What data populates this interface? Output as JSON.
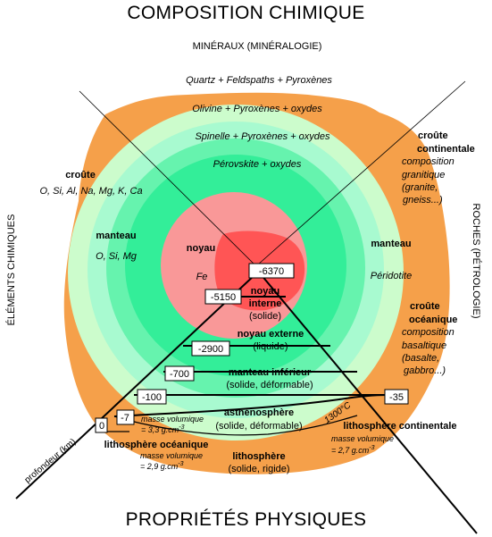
{
  "titles": {
    "top": "COMPOSITION CHIMIQUE",
    "bottom": "PROPRIÉTÉS PHYSIQUES",
    "top_axis": "MINÉRAUX (MINÉRALOGIE)",
    "left_axis": "ÉLÉMENTS CHIMIQUES",
    "right_axis": "ROCHES (PÉTROLOGIE)",
    "depth_axis": "profondeur (km)"
  },
  "minerals": {
    "crust": "Quartz + Feldspaths + Pyroxènes",
    "upper_mantle": "Olivine + Pyroxènes + oxydes",
    "transition": "Spinelle + Pyroxènes + oxydes",
    "lower_mantle": "Pérovskite + oxydes"
  },
  "elements": {
    "crust_title": "croûte",
    "crust_elements": "O, Si, Al, Na, Mg, K, Ca",
    "mantle_title": "manteau",
    "mantle_elements": "O, Si, Mg",
    "core_title": "noyau",
    "core_elements": "Fe"
  },
  "rocks": {
    "cont_crust_title_1": "croûte",
    "cont_crust_title_2": "continentale",
    "cont_crust_comp_1": "composition",
    "cont_crust_comp_2": "granitique",
    "cont_crust_comp_3": "(granite,",
    "cont_crust_comp_4": "gneiss...)",
    "mantle_title": "manteau",
    "mantle_rock": "Péridotite",
    "ocean_crust_title_1": "croûte",
    "ocean_crust_title_2": "océanique",
    "ocean_crust_comp_1": "composition",
    "ocean_crust_comp_2": "basaltique",
    "ocean_crust_comp_3": "(basalte,",
    "ocean_crust_comp_4": "gabbro...)"
  },
  "physical": {
    "inner_core_1": "noyau",
    "inner_core_2": "interne",
    "inner_core_3": "(solide)",
    "outer_core_1": "noyau externe",
    "outer_core_2": "(liquide)",
    "lower_mantle_1": "manteau inférieur",
    "lower_mantle_2": "(solide, déformable)",
    "astheno_1": "asthénosphère",
    "astheno_2": "(solide, déformable)",
    "litho_1": "lithosphère",
    "litho_2": "(solide, rigide)",
    "litho_ocean": "lithosphère océanique",
    "litho_ocean_density_1": "masse volumique",
    "litho_ocean_density_2": "= 2,9 g.cm",
    "litho_cont": "lithosphère continentale",
    "litho_cont_density_1": "masse volumique",
    "litho_cont_density_2": "= 2,7 g.cm",
    "astheno_density_1": "masse volumique",
    "astheno_density_2": "= 3,3 g.cm",
    "exponent": "-3",
    "temperature": "1300°C"
  },
  "depths": {
    "d0": "0",
    "d7": "-7",
    "d35": "-35",
    "d100": "-100",
    "d700": "-700",
    "d2900": "-2900",
    "d5150": "-5150",
    "d6370": "-6370"
  },
  "colors": {
    "crust_orange": "#F5A04A",
    "pale_green": "#CCFCCC",
    "light_green": "#A8FAD0",
    "mid_green": "#66F3AE",
    "bright_green": "#33EE99",
    "outer_core": "#F99898",
    "inner_core": "#FF5555"
  }
}
